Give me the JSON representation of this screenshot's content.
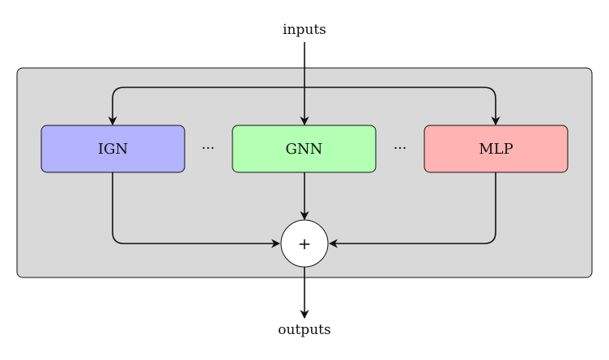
{
  "input_label": "inputs",
  "output_label": "outputs",
  "modules": [
    {
      "name": "IGN",
      "color": "#b3b3ff"
    },
    {
      "name": "GNN",
      "color": "#b3ffb3"
    },
    {
      "name": "MLP",
      "color": "#ffb3b3"
    }
  ],
  "ellipsis": "···",
  "combine_symbol": "+",
  "colors": {
    "container_fill": "#d9d9d9",
    "stroke": "#111111"
  }
}
